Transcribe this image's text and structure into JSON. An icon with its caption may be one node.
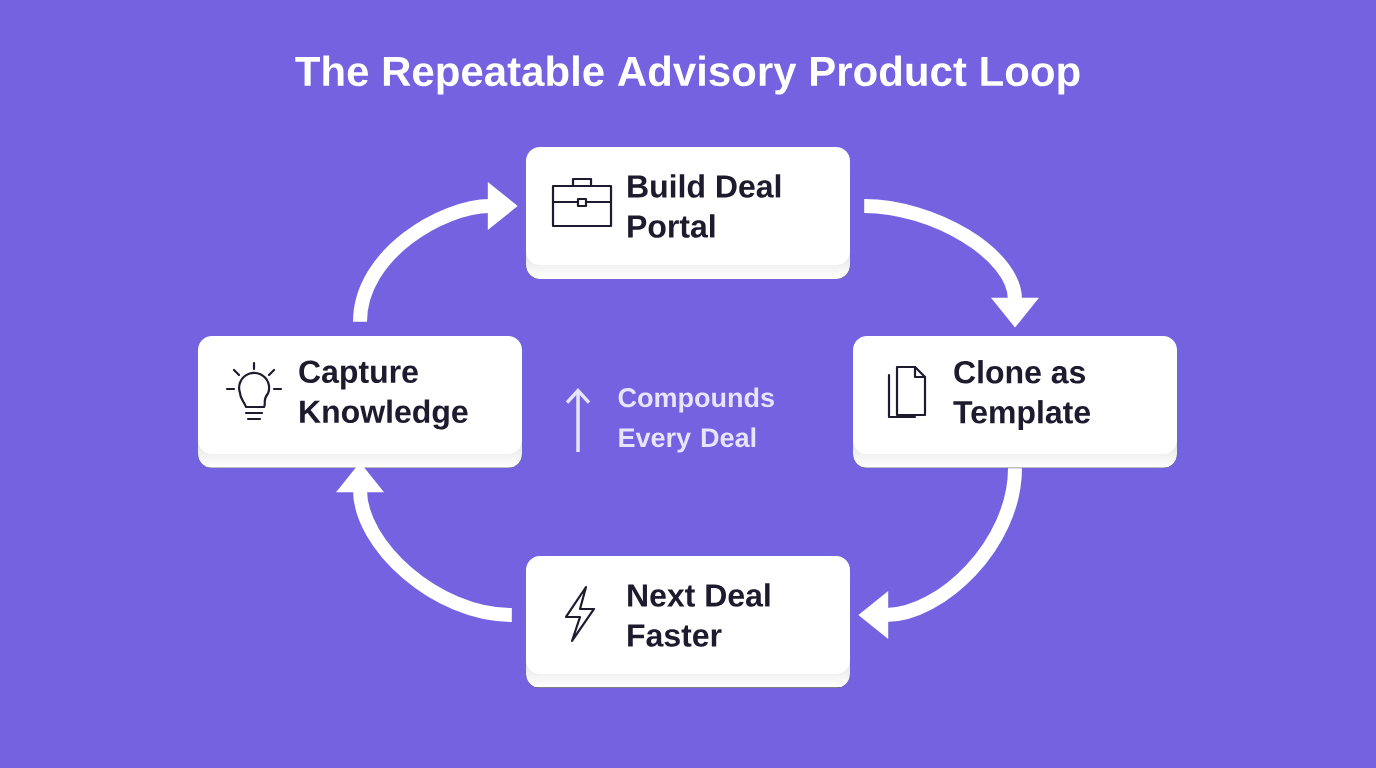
{
  "diagram": {
    "title": "The Repeatable Advisory Product Loop",
    "nodes": [
      {
        "text": [
          "Build Deal Portal"
        ]
      },
      {
        "text": [
          "Clone as Template"
        ]
      },
      {
        "text": [
          "Next Deal Faster"
        ]
      },
      {
        "text": [
          "Capture Knowledge"
        ]
      }
    ],
    "edges": [
      {
        "from": 0,
        "to": 1,
        "arrow": "to"
      },
      {
        "from": 1,
        "to": 2,
        "arrow": "to"
      },
      {
        "from": 2,
        "to": 3,
        "arrow": "to"
      },
      {
        "from": 3,
        "to": 0,
        "arrow": "to"
      }
    ],
    "labels": [
      "Compounds Every Deal"
    ]
  }
}
